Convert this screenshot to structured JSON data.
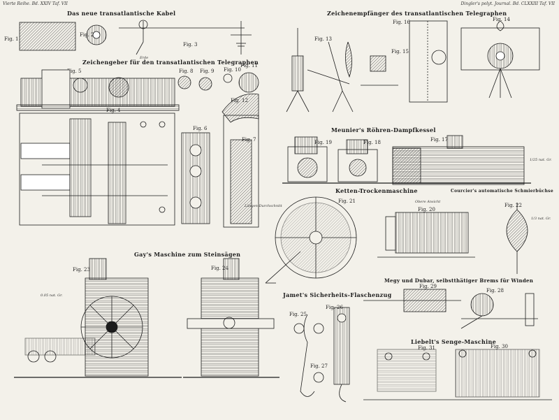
{
  "header": {
    "left": "Vierte Reihe. Bd. XXIV Taf. VII",
    "right": "Dingler's polyt. Journal. Bd. CLXXIII Taf. VII"
  },
  "titles": {
    "kabel": "Das neue transatlantische Kabel",
    "empfaenger": "Zeichenempfänger des transatlantischen Telegraphen",
    "geber": "Zeichengeber für den transatlantischen Telegraphen",
    "meunier": "Meunier's Röhren-Dampfkessel",
    "ketten": "Ketten-Trockenmaschine",
    "courcier": "Courcier's automatische Schmierbüchse",
    "gay": "Gay's Maschine zum Steinsägen",
    "jamet": "Jamet's Sicherheits-Flaschenzug",
    "megy": "Megy und Dubar, selbstthätiger Brems für Winden",
    "liebelt": "Liebelt's Senge-Maschine"
  },
  "figures": {
    "f1": "Fig. 1",
    "f2": "Fig. 2",
    "f3": "Fig. 3",
    "f4": "Fig. 4",
    "f5": "Fig. 5",
    "f6": "Fig. 6",
    "f7": "Fig. 7",
    "f8": "Fig. 8",
    "f9": "Fig. 9",
    "f10": "Fig. 10",
    "f11": "Fig. 11",
    "f12": "Fig. 12",
    "f13": "Fig. 13",
    "f14": "Fig. 14",
    "f15": "Fig. 15",
    "f16": "Fig. 16",
    "f17": "Fig. 17",
    "f18": "Fig. 18",
    "f19": "Fig. 19",
    "f20": "Fig. 20",
    "f21": "Fig. 21",
    "f22": "Fig. 22",
    "f23": "Fig. 23",
    "f24": "Fig. 24",
    "f25": "Fig. 25",
    "f26": "Fig. 26",
    "f27": "Fig. 27",
    "f28": "Fig. 28",
    "f29": "Fig. 29",
    "f30": "Fig. 30",
    "f31": "Fig. 31"
  },
  "notes": {
    "scale_gay": "0.05 nat. Gr.",
    "scale_kessel": "1/25 nat. Gr.",
    "scale_courcier": "1/3 nat. Gr.",
    "laengen": "Längen-Durchschnitt",
    "obere": "Obere Ansicht",
    "erde": "Erde"
  }
}
